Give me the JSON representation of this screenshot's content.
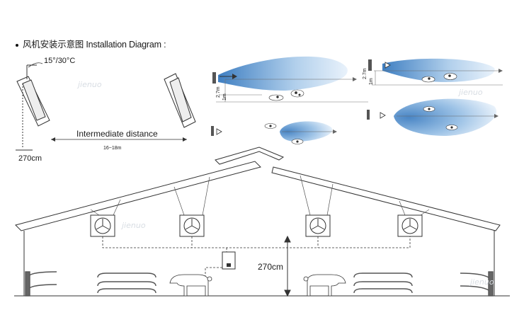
{
  "title": "风机安装示意图 Installation Diagram :",
  "labels": {
    "angle": "15°/30°C",
    "intermediate": "Intermediate distance",
    "span": "16~18m",
    "height_top": "270cm",
    "height_barn": "270cm",
    "h27_left": "2.7m",
    "h1_left": "1m",
    "h27_right": "2.7m",
    "h1_right": "1m",
    "watermark": "jienuo"
  },
  "colors": {
    "line": "#333333",
    "airflow": "#5b9bd5",
    "airflow_light": "#dce9f6"
  }
}
